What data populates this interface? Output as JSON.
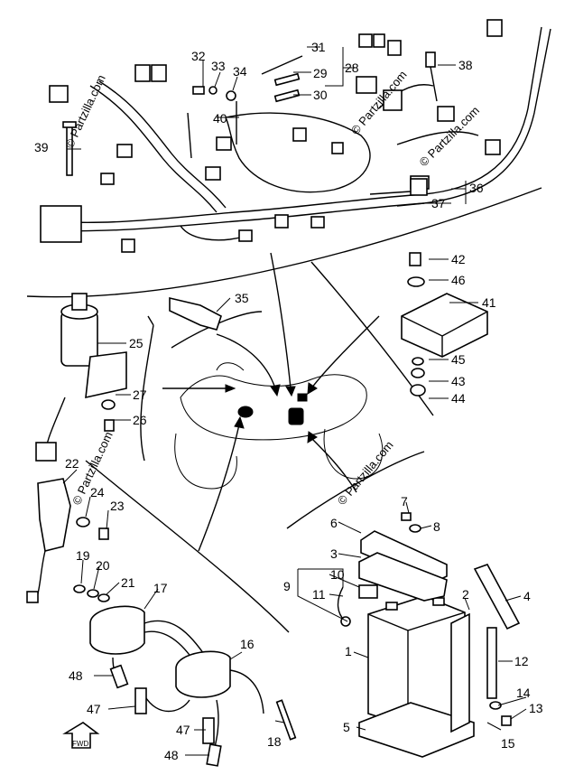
{
  "watermark": "© Partzilla.com",
  "fwd_label": "FWD",
  "callouts": [
    {
      "id": "c1",
      "text": "1"
    },
    {
      "id": "c2",
      "text": "2"
    },
    {
      "id": "c3",
      "text": "3"
    },
    {
      "id": "c4",
      "text": "4"
    },
    {
      "id": "c5",
      "text": "5"
    },
    {
      "id": "c6",
      "text": "6"
    },
    {
      "id": "c7",
      "text": "7"
    },
    {
      "id": "c8",
      "text": "8"
    },
    {
      "id": "c9",
      "text": "9"
    },
    {
      "id": "c10",
      "text": "10"
    },
    {
      "id": "c11",
      "text": "11"
    },
    {
      "id": "c12",
      "text": "12"
    },
    {
      "id": "c13",
      "text": "13"
    },
    {
      "id": "c14",
      "text": "14"
    },
    {
      "id": "c15",
      "text": "15"
    },
    {
      "id": "c16",
      "text": "16"
    },
    {
      "id": "c17",
      "text": "17"
    },
    {
      "id": "c18",
      "text": "18"
    },
    {
      "id": "c19",
      "text": "19"
    },
    {
      "id": "c20",
      "text": "20"
    },
    {
      "id": "c21",
      "text": "21"
    },
    {
      "id": "c22",
      "text": "22"
    },
    {
      "id": "c23",
      "text": "23"
    },
    {
      "id": "c24",
      "text": "24"
    },
    {
      "id": "c25",
      "text": "25"
    },
    {
      "id": "c26",
      "text": "26"
    },
    {
      "id": "c27",
      "text": "27"
    },
    {
      "id": "c28",
      "text": "28"
    },
    {
      "id": "c29",
      "text": "29"
    },
    {
      "id": "c30",
      "text": "30"
    },
    {
      "id": "c31",
      "text": "31"
    },
    {
      "id": "c32",
      "text": "32"
    },
    {
      "id": "c33",
      "text": "33"
    },
    {
      "id": "c34",
      "text": "34"
    },
    {
      "id": "c35",
      "text": "35"
    },
    {
      "id": "c36",
      "text": "36"
    },
    {
      "id": "c37",
      "text": "37"
    },
    {
      "id": "c38",
      "text": "38"
    },
    {
      "id": "c39",
      "text": "39"
    },
    {
      "id": "c40",
      "text": "40"
    },
    {
      "id": "c41",
      "text": "41"
    },
    {
      "id": "c42",
      "text": "42"
    },
    {
      "id": "c43",
      "text": "43"
    },
    {
      "id": "c44",
      "text": "44"
    },
    {
      "id": "c45",
      "text": "45"
    },
    {
      "id": "c46",
      "text": "46"
    },
    {
      "id": "c47a",
      "text": "47"
    },
    {
      "id": "c47b",
      "text": "47"
    },
    {
      "id": "c48a",
      "text": "48"
    },
    {
      "id": "c48b",
      "text": "48"
    }
  ]
}
